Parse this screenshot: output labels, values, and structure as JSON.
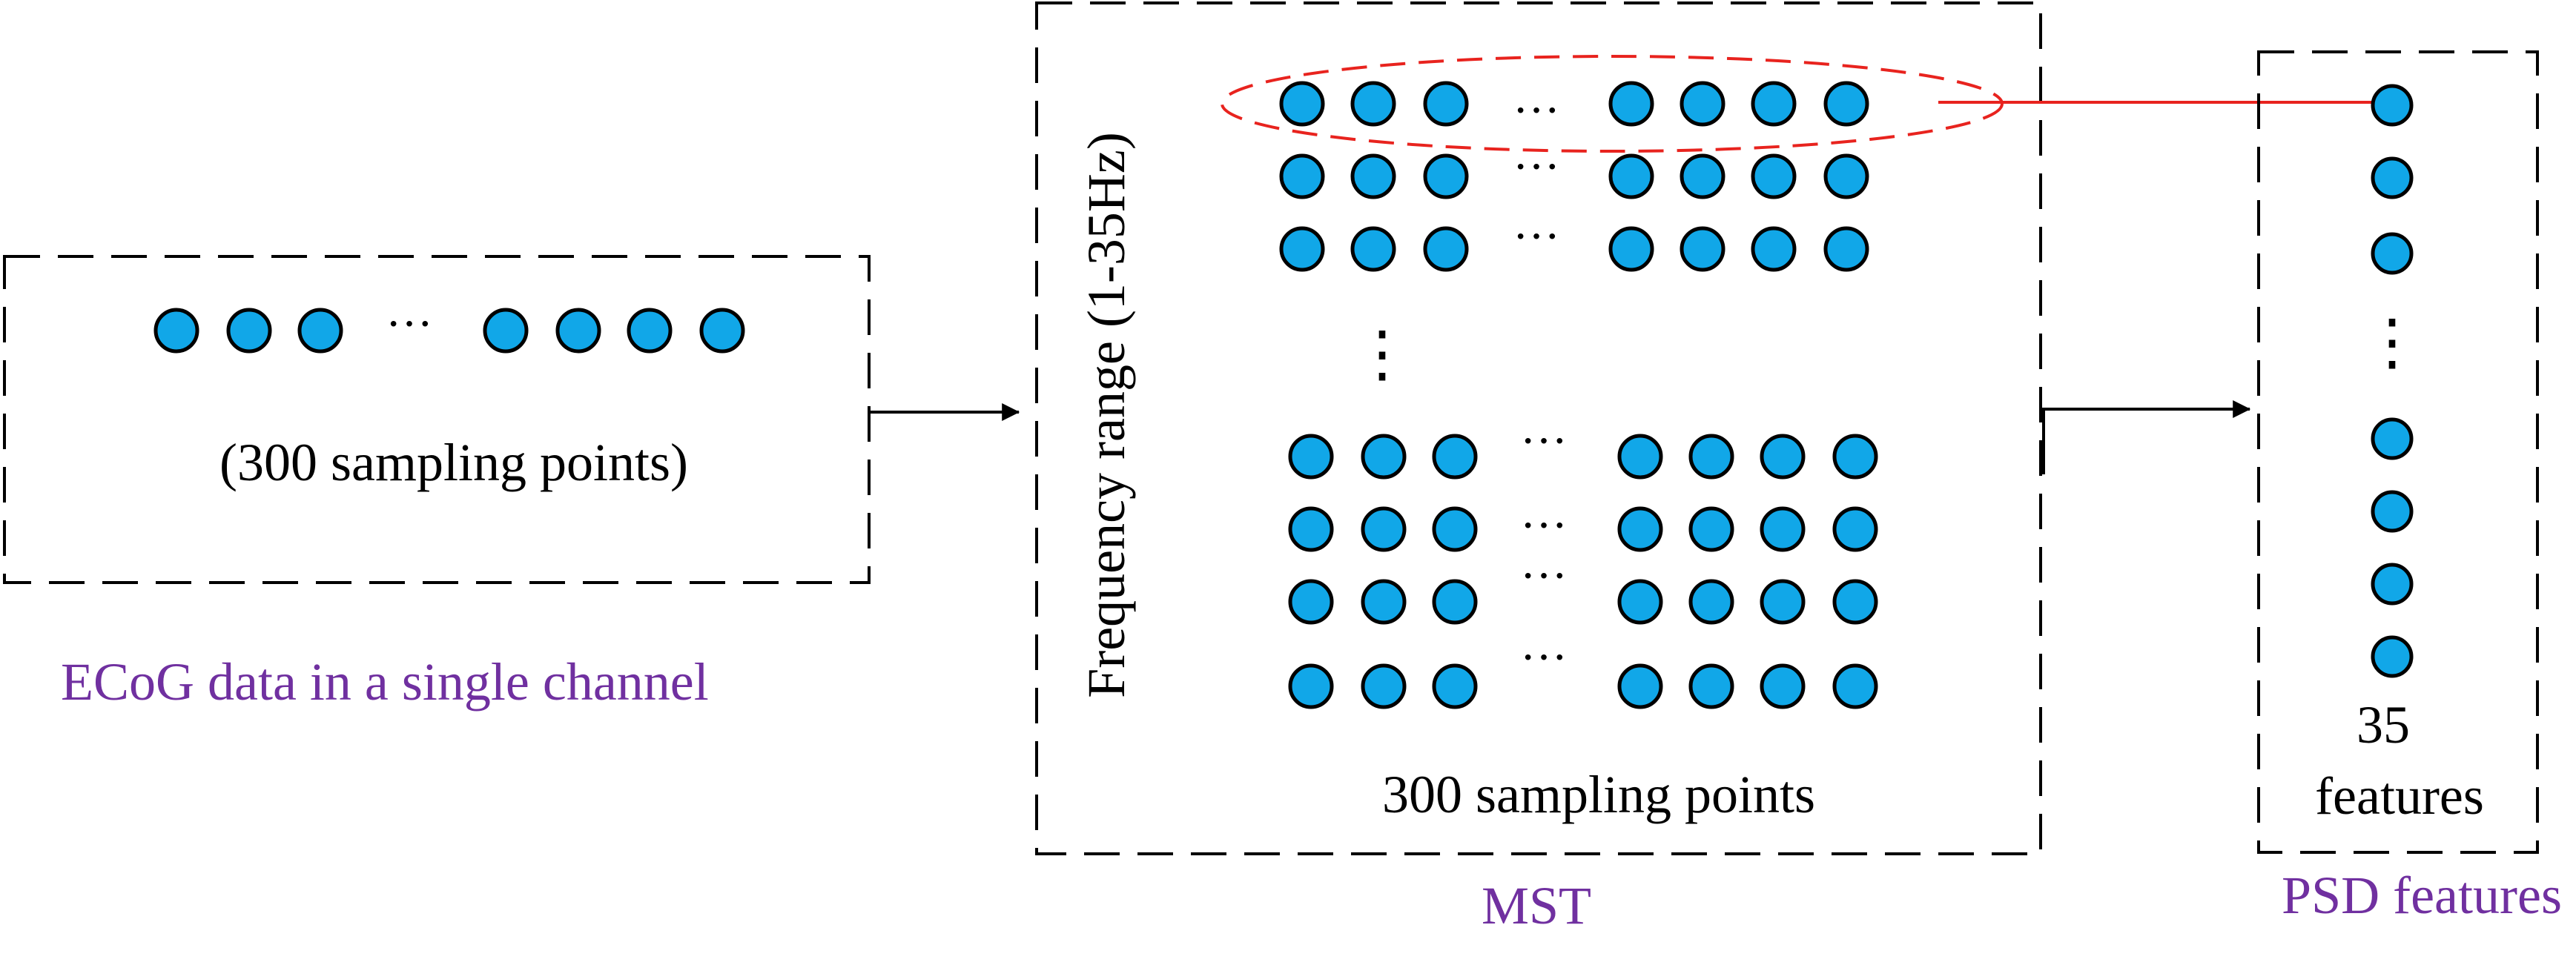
{
  "ecog_panel": {
    "sample_label": "(300 sampling points)",
    "caption": "ECoG data in a single channel",
    "ellipsis": "···"
  },
  "mst_panel": {
    "frequency_label": "Frequency range (1-35Hz)",
    "sampling_label": "300 sampling points",
    "caption": "MST",
    "ellipsis": "···",
    "vertical_ellipsis": "⋮"
  },
  "psd_panel": {
    "count_label": "35",
    "features_label": "features",
    "caption": "PSD features",
    "vertical_ellipsis": "⋮"
  },
  "colors": {
    "node_fill": "#11A7E8",
    "caption": "#7030A0",
    "highlight": "#E8231E",
    "stroke": "#000000"
  }
}
